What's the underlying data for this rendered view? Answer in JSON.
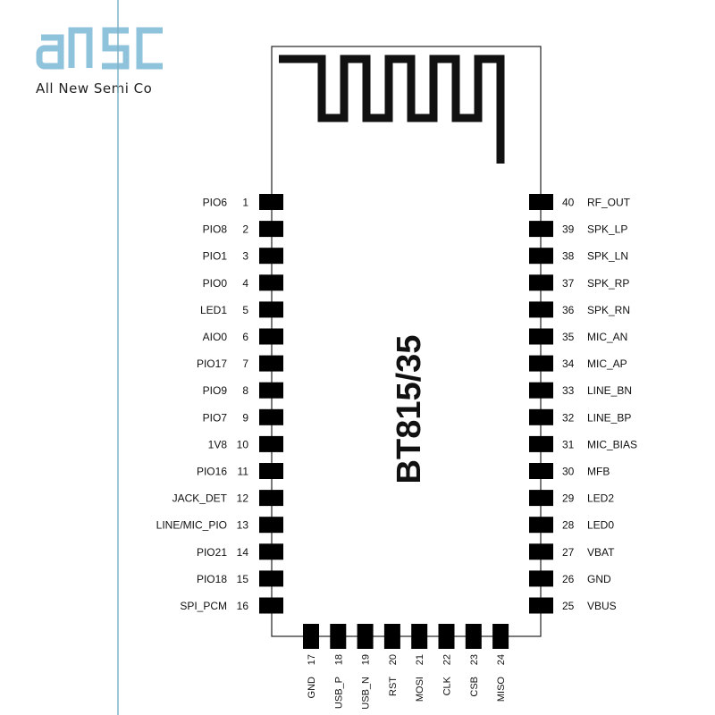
{
  "brand": {
    "logo_text": "aNSC",
    "tagline": "All New Semi Co",
    "logo_color": "#8fc3dc",
    "line_color": "#7fb3c8"
  },
  "module": {
    "part_number": "BT815/35",
    "antenna_color": "#111111",
    "pad_color": "#000000"
  },
  "pins": {
    "left": [
      {
        "num": "1",
        "name": "PIO6"
      },
      {
        "num": "2",
        "name": "PIO8"
      },
      {
        "num": "3",
        "name": "PIO1"
      },
      {
        "num": "4",
        "name": "PIO0"
      },
      {
        "num": "5",
        "name": "LED1"
      },
      {
        "num": "6",
        "name": "AIO0"
      },
      {
        "num": "7",
        "name": "PIO17"
      },
      {
        "num": "8",
        "name": "PIO9"
      },
      {
        "num": "9",
        "name": "PIO7"
      },
      {
        "num": "10",
        "name": "1V8"
      },
      {
        "num": "11",
        "name": "PIO16"
      },
      {
        "num": "12",
        "name": "JACK_DET"
      },
      {
        "num": "13",
        "name": "LINE/MIC_PIO"
      },
      {
        "num": "14",
        "name": "PIO21"
      },
      {
        "num": "15",
        "name": "PIO18"
      },
      {
        "num": "16",
        "name": "SPI_PCM"
      }
    ],
    "right": [
      {
        "num": "40",
        "name": "RF_OUT"
      },
      {
        "num": "39",
        "name": "SPK_LP"
      },
      {
        "num": "38",
        "name": "SPK_LN"
      },
      {
        "num": "37",
        "name": "SPK_RP"
      },
      {
        "num": "36",
        "name": "SPK_RN"
      },
      {
        "num": "35",
        "name": "MIC_AN"
      },
      {
        "num": "34",
        "name": "MIC_AP"
      },
      {
        "num": "33",
        "name": "LINE_BN"
      },
      {
        "num": "32",
        "name": "LINE_BP"
      },
      {
        "num": "31",
        "name": "MIC_BIAS"
      },
      {
        "num": "30",
        "name": "MFB"
      },
      {
        "num": "29",
        "name": "LED2"
      },
      {
        "num": "28",
        "name": "LED0"
      },
      {
        "num": "27",
        "name": "VBAT"
      },
      {
        "num": "26",
        "name": "GND"
      },
      {
        "num": "25",
        "name": "VBUS"
      }
    ],
    "bottom": [
      {
        "num": "17",
        "name": "GND"
      },
      {
        "num": "18",
        "name": "USB_P"
      },
      {
        "num": "19",
        "name": "USB_N"
      },
      {
        "num": "20",
        "name": "RST"
      },
      {
        "num": "21",
        "name": "MOSI"
      },
      {
        "num": "22",
        "name": "CLK"
      },
      {
        "num": "23",
        "name": "CSB"
      },
      {
        "num": "24",
        "name": "MISO"
      }
    ]
  }
}
